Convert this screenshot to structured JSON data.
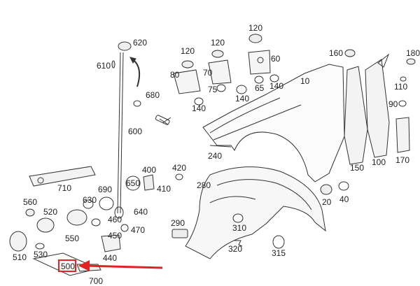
{
  "diagram": {
    "labels": {
      "p620": "620",
      "p610": "610",
      "p680": "680",
      "p600": "600",
      "p710": "710",
      "p120a": "120",
      "p80": "80",
      "p140a": "140",
      "p120b": "120",
      "p70": "70",
      "p75": "75",
      "p140b": "140",
      "p120c": "120",
      "p60": "60",
      "p65": "65",
      "p140c": "140",
      "p10": "10",
      "p160": "160",
      "p180": "180",
      "p110": "110",
      "p90": "90",
      "p150": "150",
      "p100": "100",
      "p170": "170",
      "p240": "240",
      "p400": "400",
      "p420": "420",
      "p410": "410",
      "p650": "650",
      "p690": "690",
      "p630": "630",
      "p640": "640",
      "p460": "460",
      "p470": "470",
      "p450": "450",
      "p560": "560",
      "p520": "520",
      "p550": "550",
      "p510": "510",
      "p530": "530",
      "p440": "440",
      "p500": "500",
      "p700": "700",
      "p280": "280",
      "p290": "290",
      "p310": "310",
      "p320": "320",
      "p315": "315",
      "p20": "20",
      "p40": "40"
    },
    "highlight_color": "#e32222"
  }
}
